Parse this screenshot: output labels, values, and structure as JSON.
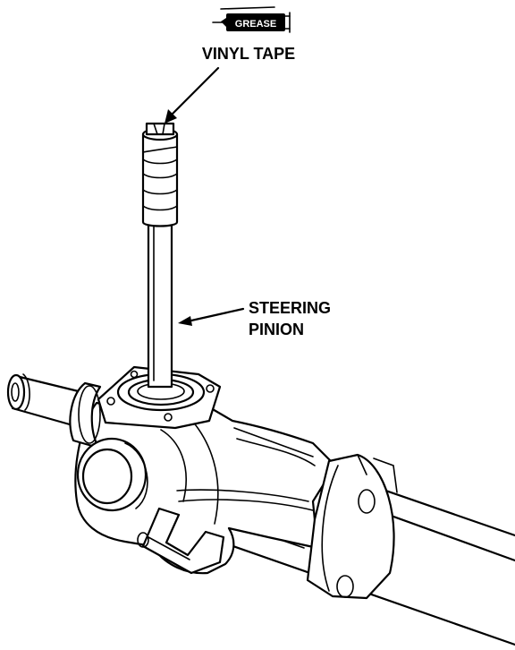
{
  "labels": {
    "grease": "GREASE",
    "vinyl_tape": "VINYL TAPE",
    "steering_line1": "STEERING",
    "steering_line2": "PINION"
  },
  "colors": {
    "ink": "#000000",
    "paper": "#ffffff"
  },
  "icons": {
    "grease_symbol": "grease-tube-icon"
  }
}
